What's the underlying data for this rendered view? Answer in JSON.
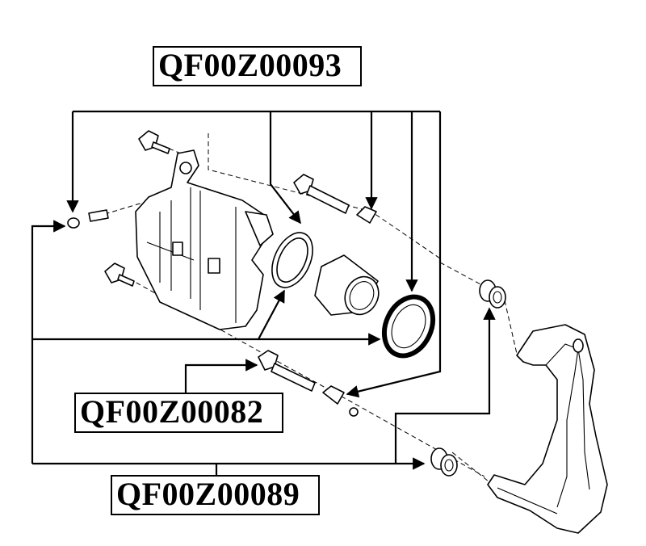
{
  "labels": {
    "top": "QF00Z00093",
    "middle": "QF00Z00082",
    "bottom": "QF00Z00089"
  }
}
